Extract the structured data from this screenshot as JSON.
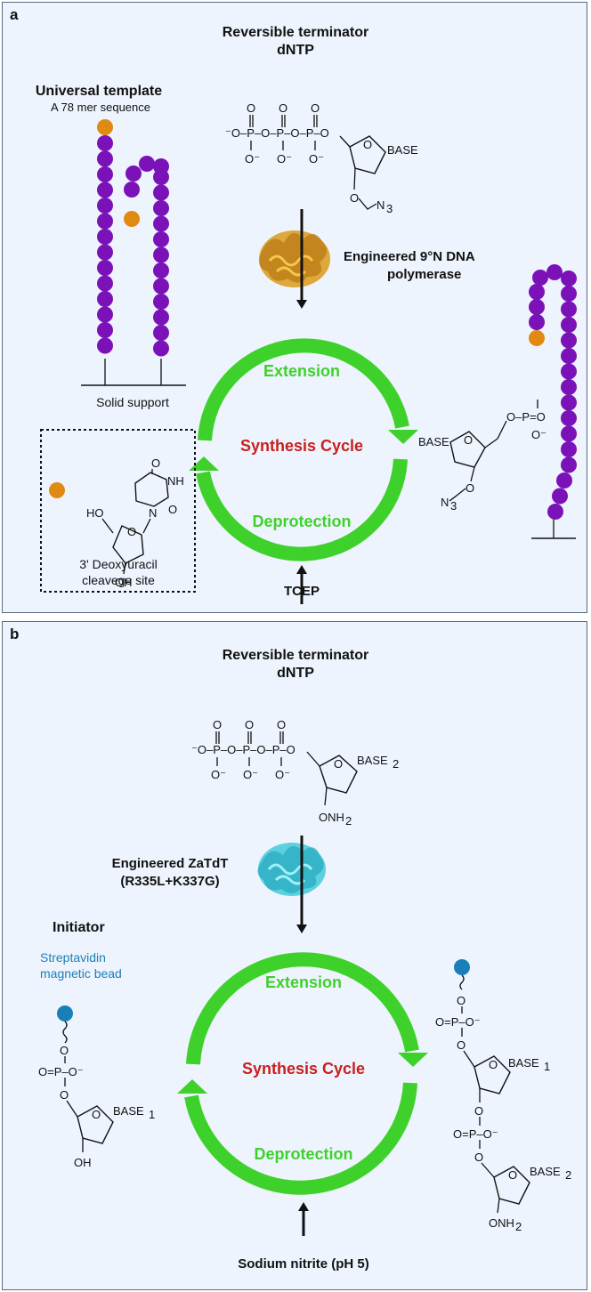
{
  "panel_a": {
    "label": "a",
    "terminator_title": "Reversible terminator",
    "terminator_sub": "dNTP",
    "template_title": "Universal template",
    "template_sub": "A 78 mer sequence",
    "support_label": "Solid support",
    "enzyme_line1": "Engineered 9°N DNA",
    "enzyme_line2": "polymerase",
    "cycle_top": "Extension",
    "cycle_center": "Synthesis Cycle",
    "cycle_bottom": "Deprotection",
    "reagent": "TCEP",
    "inset_line1": "3' Deoxyuracil",
    "inset_line2": "cleavege site",
    "chem": {
      "phosphates": "⁻O–P–O–P–O–P–O",
      "base": "BASE",
      "o_minus": "O⁻",
      "azide": "N",
      "azide_sub": "3",
      "ho": "HO",
      "oh": "OH",
      "o": "O",
      "n": "N",
      "nh": "NH",
      "ring_o": "O",
      "phosphate_right": "O–P=O"
    }
  },
  "panel_b": {
    "label": "b",
    "terminator_title": "Reversible terminator",
    "terminator_sub": "dNTP",
    "enzyme_line1": "Engineered ZaTdT",
    "enzyme_line2": "(R335L+K337G)",
    "initiator_title": "Initiator",
    "bead_line1": "Streptavidin",
    "bead_line2": "magnetic bead",
    "cycle_top": "Extension",
    "cycle_center": "Synthesis Cycle",
    "cycle_bottom": "Deprotection",
    "reagent": "Sodium nitrite (pH 5)",
    "chem": {
      "phosphates": "⁻O–P–O–P–O–P–O",
      "base2": "BASE",
      "sub2": "2",
      "base1": "BASE",
      "sub1": "1",
      "onh2": "ONH",
      "nh_sub": "2",
      "oh": "OH",
      "o": "O",
      "o_minus": "O⁻",
      "p_eq": "O=P–O⁻",
      "ring_o": "O"
    }
  },
  "colors": {
    "panel_bg": "#eef4fd",
    "cycle_green": "#3fd12b",
    "cycle_red": "#c8201e",
    "template_purple": "#7a12b8",
    "nucleotide_orange": "#e08a12",
    "bead_blue": "#1a7fb8",
    "enzyme_a": "#d99a1a",
    "enzyme_b": "#38c7d8"
  },
  "icons": {
    "enzyme_a": "protein-structure-gold",
    "enzyme_b": "protein-structure-cyan"
  }
}
